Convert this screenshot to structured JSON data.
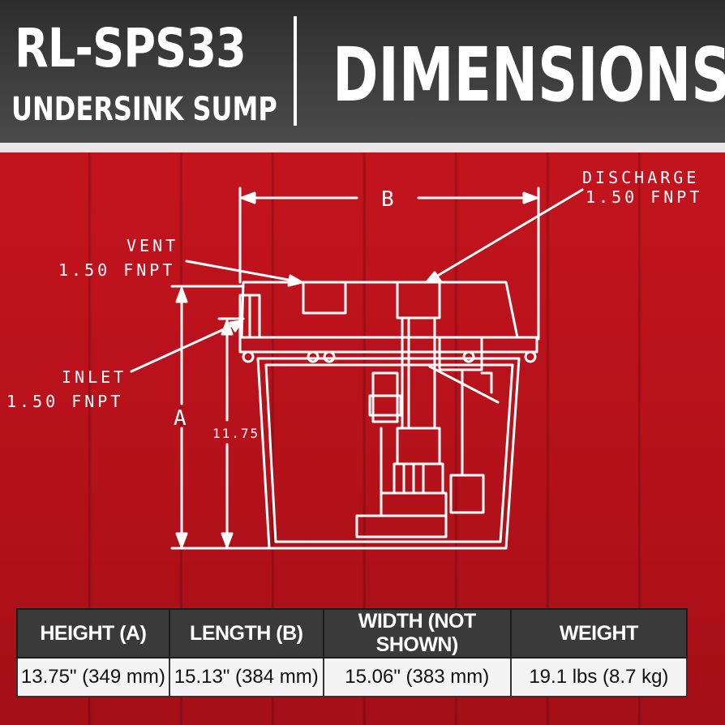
{
  "header": {
    "model": "RL-SPS33",
    "subtitle": "UNDERSINK SUMP",
    "title": "DIMENSIONS"
  },
  "diagram": {
    "label_b": "B",
    "label_a": "A",
    "discharge_line1": "DISCHARGE",
    "discharge_line2": "1.50 FNPT",
    "vent_line1": "VENT",
    "vent_line2": "1.50 FNPT",
    "inlet_line1": "INLET",
    "inlet_line2": "1.50 FNPT",
    "inlet_height": "11.75"
  },
  "specs": {
    "headers": [
      "HEIGHT (A)",
      "LENGTH (B)",
      "WIDTH (NOT SHOWN)",
      "WEIGHT"
    ],
    "values": [
      "13.75\" (349 mm)",
      "15.13\" (384 mm)",
      "15.06\" (383 mm)",
      "19.1 lbs (8.7 kg)"
    ]
  },
  "colors": {
    "background_red": "#b5121b",
    "header_gray": "#3a3a3a",
    "line_white": "#ffffff"
  }
}
